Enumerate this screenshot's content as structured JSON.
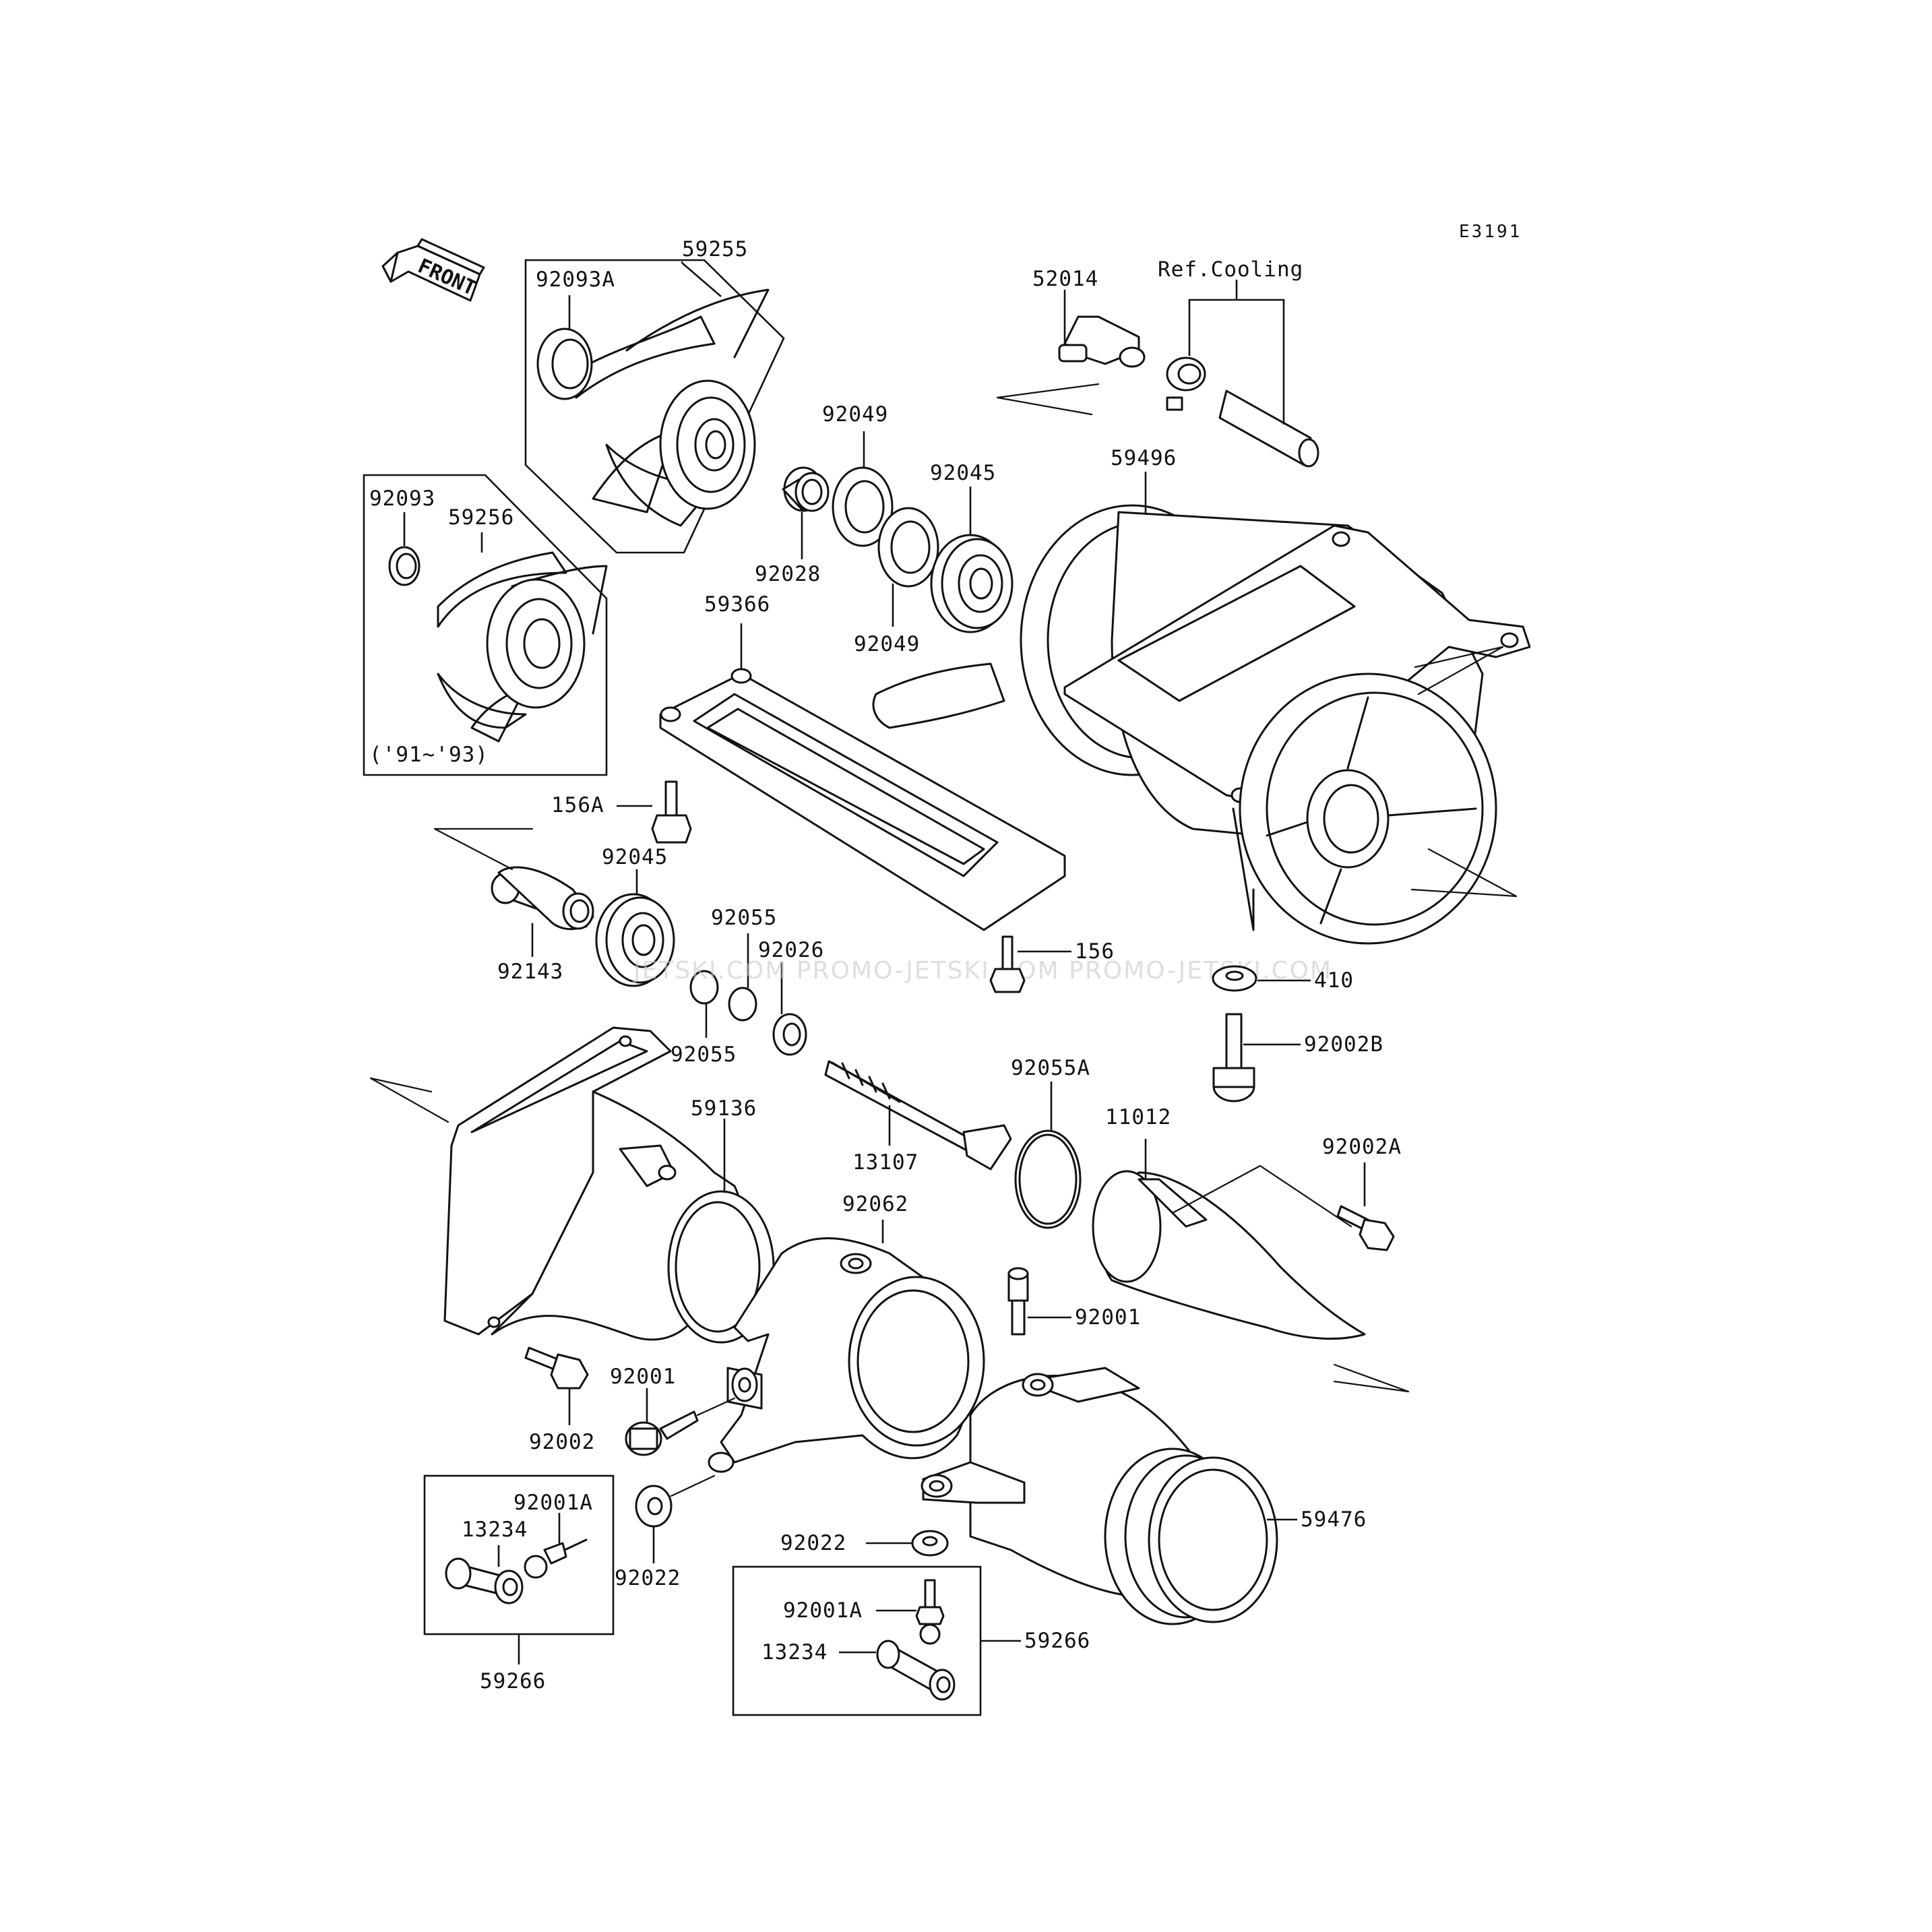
{
  "diagram_code": "E3191",
  "front_label": "FRONT",
  "reference": "Ref.Cooling",
  "year_note": "('91~'93)",
  "watermark": "JETSKI.COM  PROMO-JETSKI.COM  PROMO-JETSKI.COM",
  "parts": {
    "p59255": "59255",
    "p92093A": "92093A",
    "p92093": "92093",
    "p59256": "59256",
    "p52014": "52014",
    "p92049a": "92049",
    "p92049b": "92049",
    "p92045a": "92045",
    "p92045b": "92045",
    "p59496": "59496",
    "p92028": "92028",
    "p59366": "59366",
    "p156A": "156A",
    "p156": "156",
    "p92143": "92143",
    "p92055a": "92055",
    "p92055b": "92055",
    "p92026": "92026",
    "p410": "410",
    "p92002B": "92002B",
    "p92055A": "92055A",
    "p59136": "59136",
    "p13107": "13107",
    "p11012": "11012",
    "p92002A": "92002A",
    "p92062": "92062",
    "p92001a": "92001",
    "p92001b": "92001",
    "p92002": "92002",
    "p92001Aa": "92001A",
    "p13234a": "13234",
    "p59266a": "59266",
    "p92022a": "92022",
    "p92022b": "92022",
    "p92001Ab": "92001A",
    "p13234b": "13234",
    "p59266b": "59266",
    "p59476": "59476"
  }
}
